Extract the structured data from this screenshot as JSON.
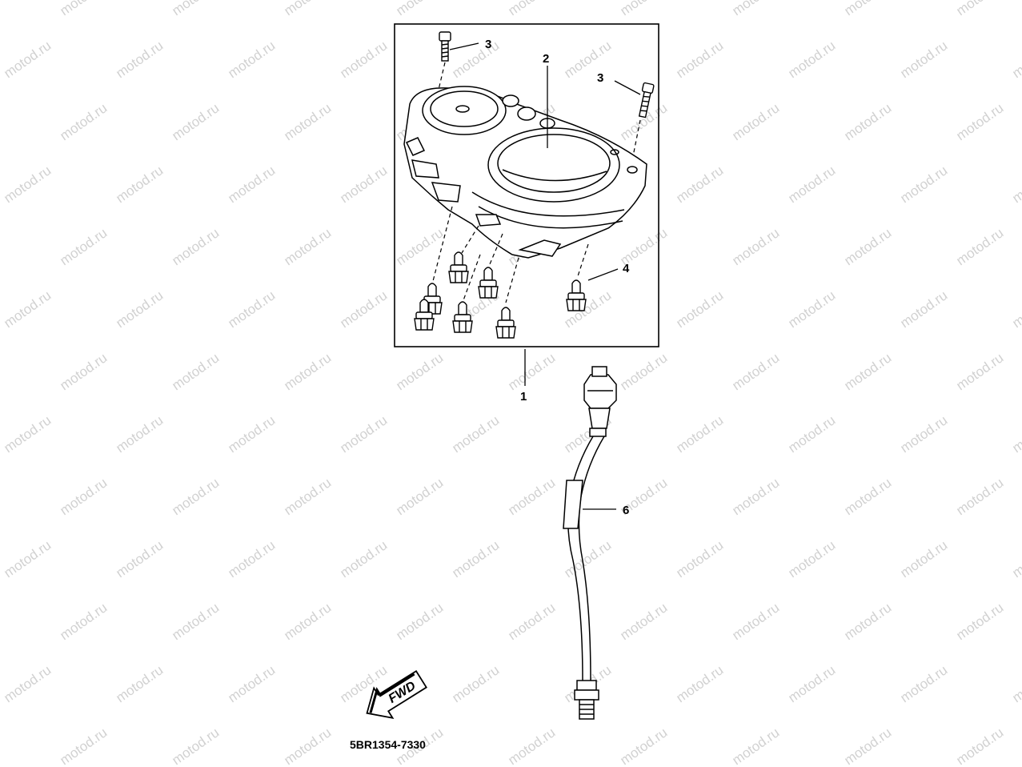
{
  "watermark": {
    "text": "motod.ru"
  },
  "callouts": {
    "c1": "1",
    "c2": "2",
    "c3a": "3",
    "c3b": "3",
    "c4": "4",
    "c6": "6"
  },
  "fwd_arrow": {
    "label": "FWD"
  },
  "part_number": "5BR1354-7330",
  "colors": {
    "line": "#000000",
    "background": "#ffffff",
    "watermark": "#9a9a9a"
  }
}
